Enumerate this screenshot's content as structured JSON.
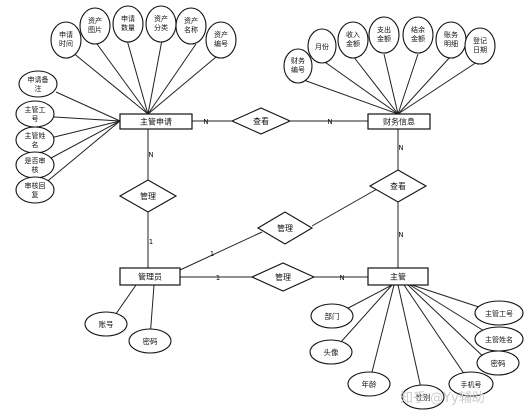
{
  "entities": {
    "supervisor_application": "主管申请",
    "finance_info": "财务信息",
    "admin": "管理员",
    "supervisor": "主管"
  },
  "relationships": {
    "review_application": "查看",
    "review_finance": "查看",
    "manage_application": "管理",
    "manage_finance": "管理",
    "manage_supervisor": "管理"
  },
  "cardinalities": {
    "apprel_app": "N",
    "apprel_fin": "N",
    "mgr_app": "N",
    "mgr_admin": "1",
    "admin_sup_left": "1",
    "admin_sup_right": "N",
    "fin_rel_top": "N",
    "fin_rel_bottom": "N",
    "admin_mgr2": "1"
  },
  "attributes": {
    "application": [
      [
        "申请",
        "时间"
      ],
      [
        "资产",
        "图片"
      ],
      [
        "申请",
        "数量"
      ],
      [
        "资产",
        "分类"
      ],
      [
        "资产",
        "名称"
      ],
      [
        "资产",
        "编号"
      ],
      [
        "申请备",
        "注"
      ],
      [
        "主管工",
        "号"
      ],
      [
        "主管姓",
        "名"
      ],
      [
        "是否审",
        "核"
      ],
      [
        "审核回",
        "复"
      ]
    ],
    "finance": [
      [
        "财务",
        "编号"
      ],
      [
        "月份"
      ],
      [
        "收入",
        "金额"
      ],
      [
        "支出",
        "金额"
      ],
      [
        "结余",
        "金额"
      ],
      [
        "账务",
        "明细"
      ],
      [
        "登记",
        "日期"
      ]
    ],
    "admin": [
      "账号",
      "密码"
    ],
    "supervisor": [
      "部门",
      "头像",
      "年龄",
      "性别",
      "手机号",
      "密码",
      "主管姓名",
      "主管工号"
    ]
  },
  "watermark": "知乎 @Yy辅助"
}
